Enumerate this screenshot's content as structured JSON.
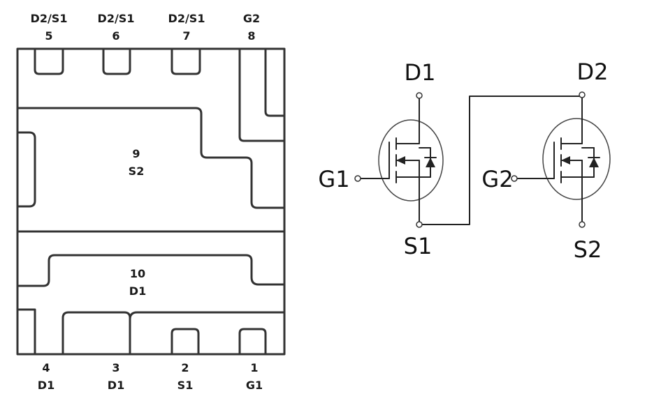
{
  "package": {
    "top_pins": [
      {
        "name": "D2/S1",
        "number": "5"
      },
      {
        "name": "D2/S1",
        "number": "6"
      },
      {
        "name": "D2/S1",
        "number": "7"
      },
      {
        "name": "G2",
        "number": "8"
      }
    ],
    "bottom_pins": [
      {
        "number": "4",
        "name": "D1"
      },
      {
        "number": "3",
        "name": "D1"
      },
      {
        "number": "2",
        "name": "S1"
      },
      {
        "number": "1",
        "name": "G1"
      }
    ],
    "pads": [
      {
        "number": "9",
        "name": "S2"
      },
      {
        "number": "10",
        "name": "D1"
      }
    ]
  },
  "schematic": {
    "terminals": {
      "d1": "D1",
      "g1": "G1",
      "s1": "S1",
      "d2": "D2",
      "g2": "G2",
      "s2": "S2"
    }
  }
}
